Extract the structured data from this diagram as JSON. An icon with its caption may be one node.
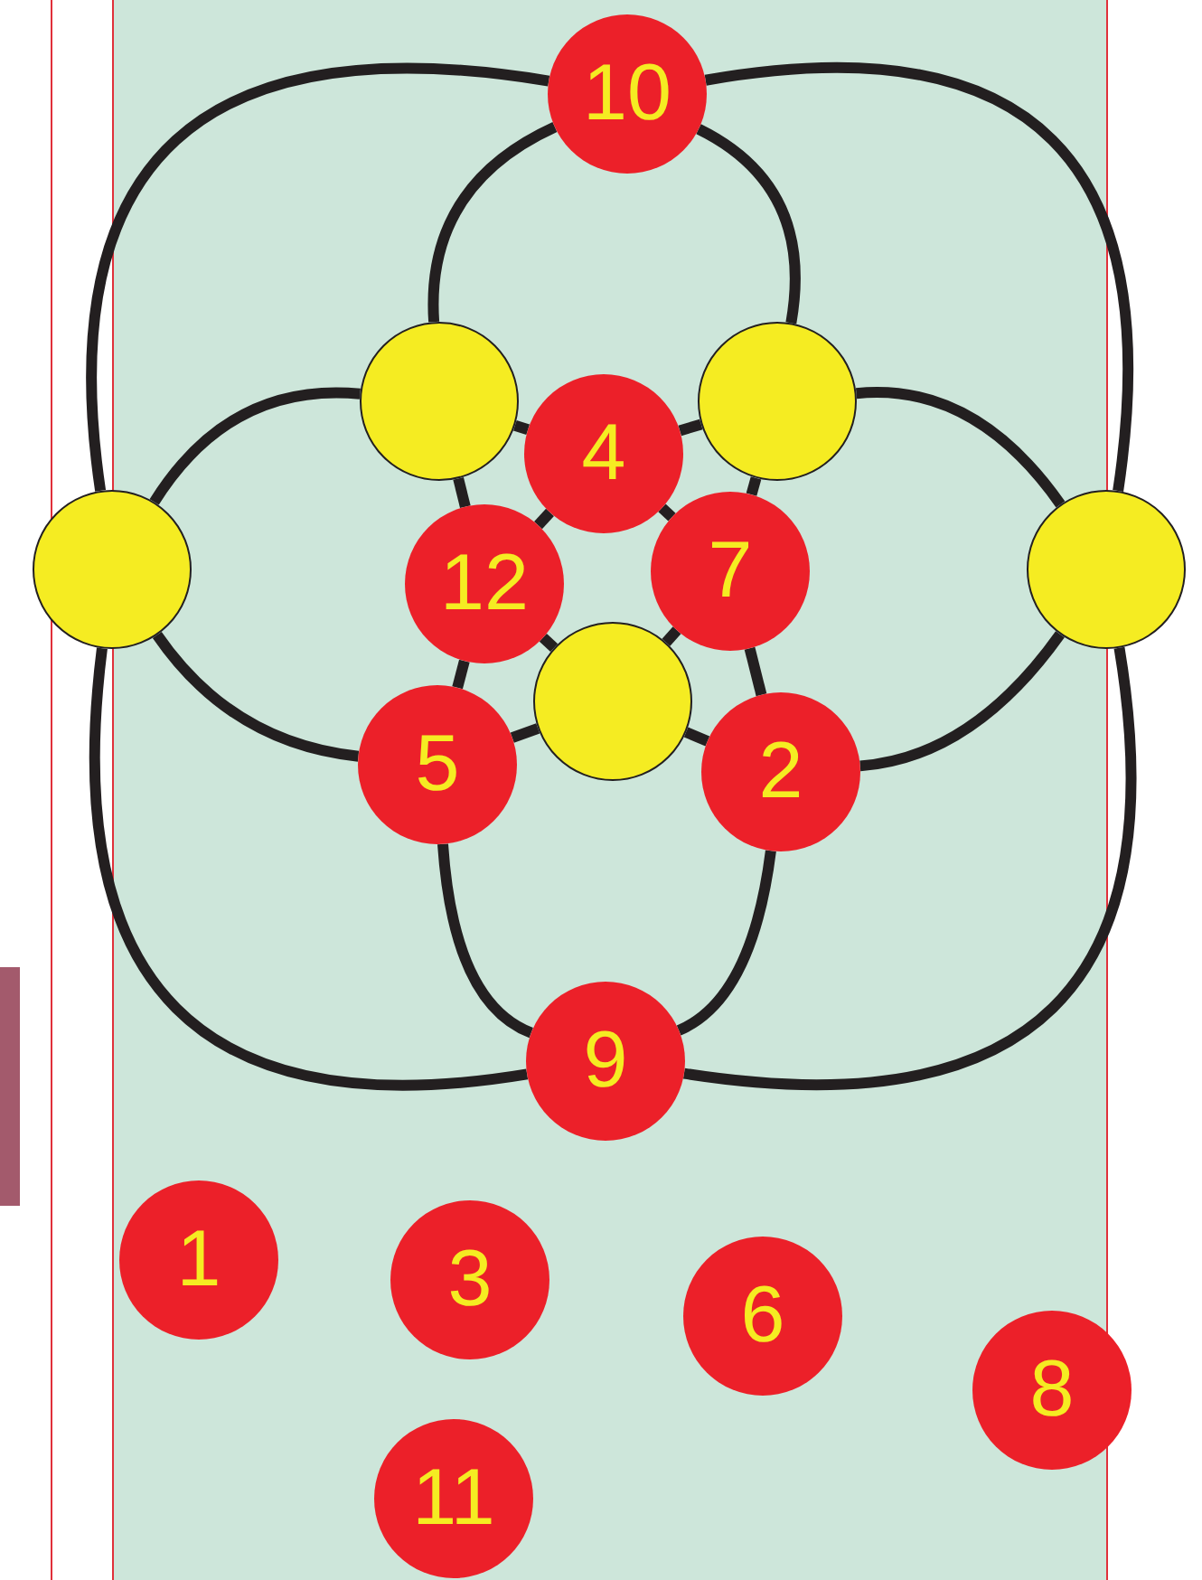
{
  "diagram": {
    "nodes": [
      {
        "text": [
          "10"
        ]
      },
      {
        "text": [],
        "shape": "circle"
      },
      {
        "text": [],
        "shape": "circle"
      },
      {
        "text": [],
        "shape": "circle"
      },
      {
        "text": [
          "4"
        ]
      },
      {
        "text": [
          "12"
        ]
      },
      {
        "text": [
          "7"
        ]
      },
      {
        "text": [],
        "shape": "circle"
      },
      {
        "text": [],
        "shape": "circle"
      },
      {
        "text": [
          "5"
        ]
      },
      {
        "text": [
          "2"
        ]
      },
      {
        "text": [
          "9"
        ]
      },
      {
        "text": [
          "1"
        ]
      },
      {
        "text": [
          "3"
        ]
      },
      {
        "text": [
          "6"
        ]
      },
      {
        "text": [
          "11"
        ]
      },
      {
        "text": [
          "8"
        ]
      }
    ],
    "edges": [
      {
        "from": 0,
        "to": 3,
        "arrow": "none"
      },
      {
        "from": 0,
        "to": 7,
        "arrow": "none"
      },
      {
        "from": 3,
        "to": 11,
        "arrow": "none"
      },
      {
        "from": 7,
        "to": 11,
        "arrow": "none"
      },
      {
        "from": 0,
        "to": 1,
        "arrow": "none"
      },
      {
        "from": 0,
        "to": 2,
        "arrow": "none"
      },
      {
        "from": 3,
        "to": 1,
        "arrow": "none"
      },
      {
        "from": 3,
        "to": 9,
        "arrow": "none"
      },
      {
        "from": 7,
        "to": 2,
        "arrow": "none"
      },
      {
        "from": 7,
        "to": 10,
        "arrow": "none"
      },
      {
        "from": 11,
        "to": 9,
        "arrow": "none"
      },
      {
        "from": 11,
        "to": 10,
        "arrow": "none"
      },
      {
        "from": 1,
        "to": 4,
        "arrow": "none"
      },
      {
        "from": 4,
        "to": 2,
        "arrow": "none"
      },
      {
        "from": 1,
        "to": 5,
        "arrow": "none"
      },
      {
        "from": 5,
        "to": 9,
        "arrow": "none"
      },
      {
        "from": 4,
        "to": 5,
        "arrow": "none"
      },
      {
        "from": 4,
        "to": 6,
        "arrow": "none"
      },
      {
        "from": 5,
        "to": 8,
        "arrow": "none"
      },
      {
        "from": 6,
        "to": 8,
        "arrow": "none"
      },
      {
        "from": 9,
        "to": 8,
        "arrow": "none"
      },
      {
        "from": 8,
        "to": 10,
        "arrow": "none"
      },
      {
        "from": 2,
        "to": 6,
        "arrow": "none"
      },
      {
        "from": 6,
        "to": 10,
        "arrow": "none"
      }
    ]
  }
}
